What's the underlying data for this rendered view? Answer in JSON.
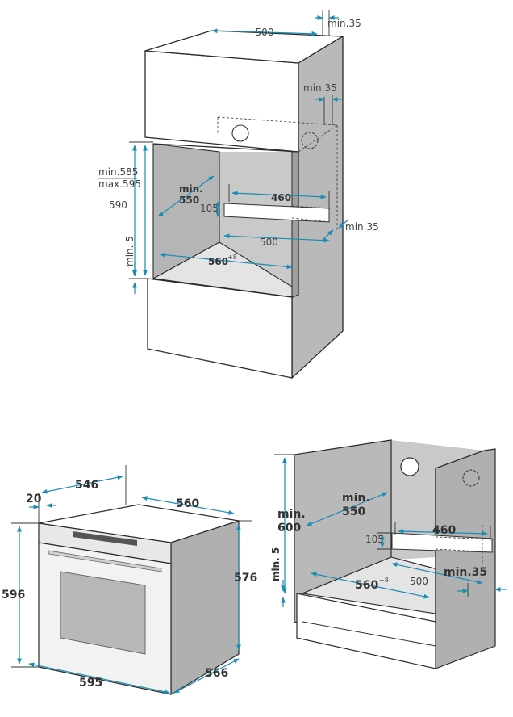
{
  "top_diagram": {
    "width_top": "500",
    "gap_top": "min.35",
    "gap_side": "min.35",
    "height_range_min": "min.585",
    "height_range_max": "max.595",
    "height_inner": "590",
    "depth_min": "min.",
    "depth_min_value": "550",
    "vent_width": "460",
    "vent_height": "105",
    "vent_depth": "500",
    "gap_bottom_side": "min.35",
    "floor_gap": "min. 5",
    "width_inner": "560",
    "width_inner_tol": "+8"
  },
  "oven_diagram": {
    "depth_top": "546",
    "width_top": "560",
    "front_thickness": "20",
    "height_front": "596",
    "height_side": "576",
    "width_front": "595",
    "depth_side": "566"
  },
  "base_diagram": {
    "depth_min": "min.",
    "depth_min_value": "550",
    "height_min": "min.",
    "height_min_value": "600",
    "vent_width": "460",
    "vent_height": "105",
    "floor_gap": "min. 5",
    "width_inner": "560",
    "width_inner_tol": "+8",
    "vent_depth": "500",
    "gap_side": "min.35"
  },
  "colors": {
    "dimension": "#1a8db5",
    "panel": "#b9b9b9",
    "panel_light": "#dcdcdc",
    "edge": "#2b2b2b"
  }
}
